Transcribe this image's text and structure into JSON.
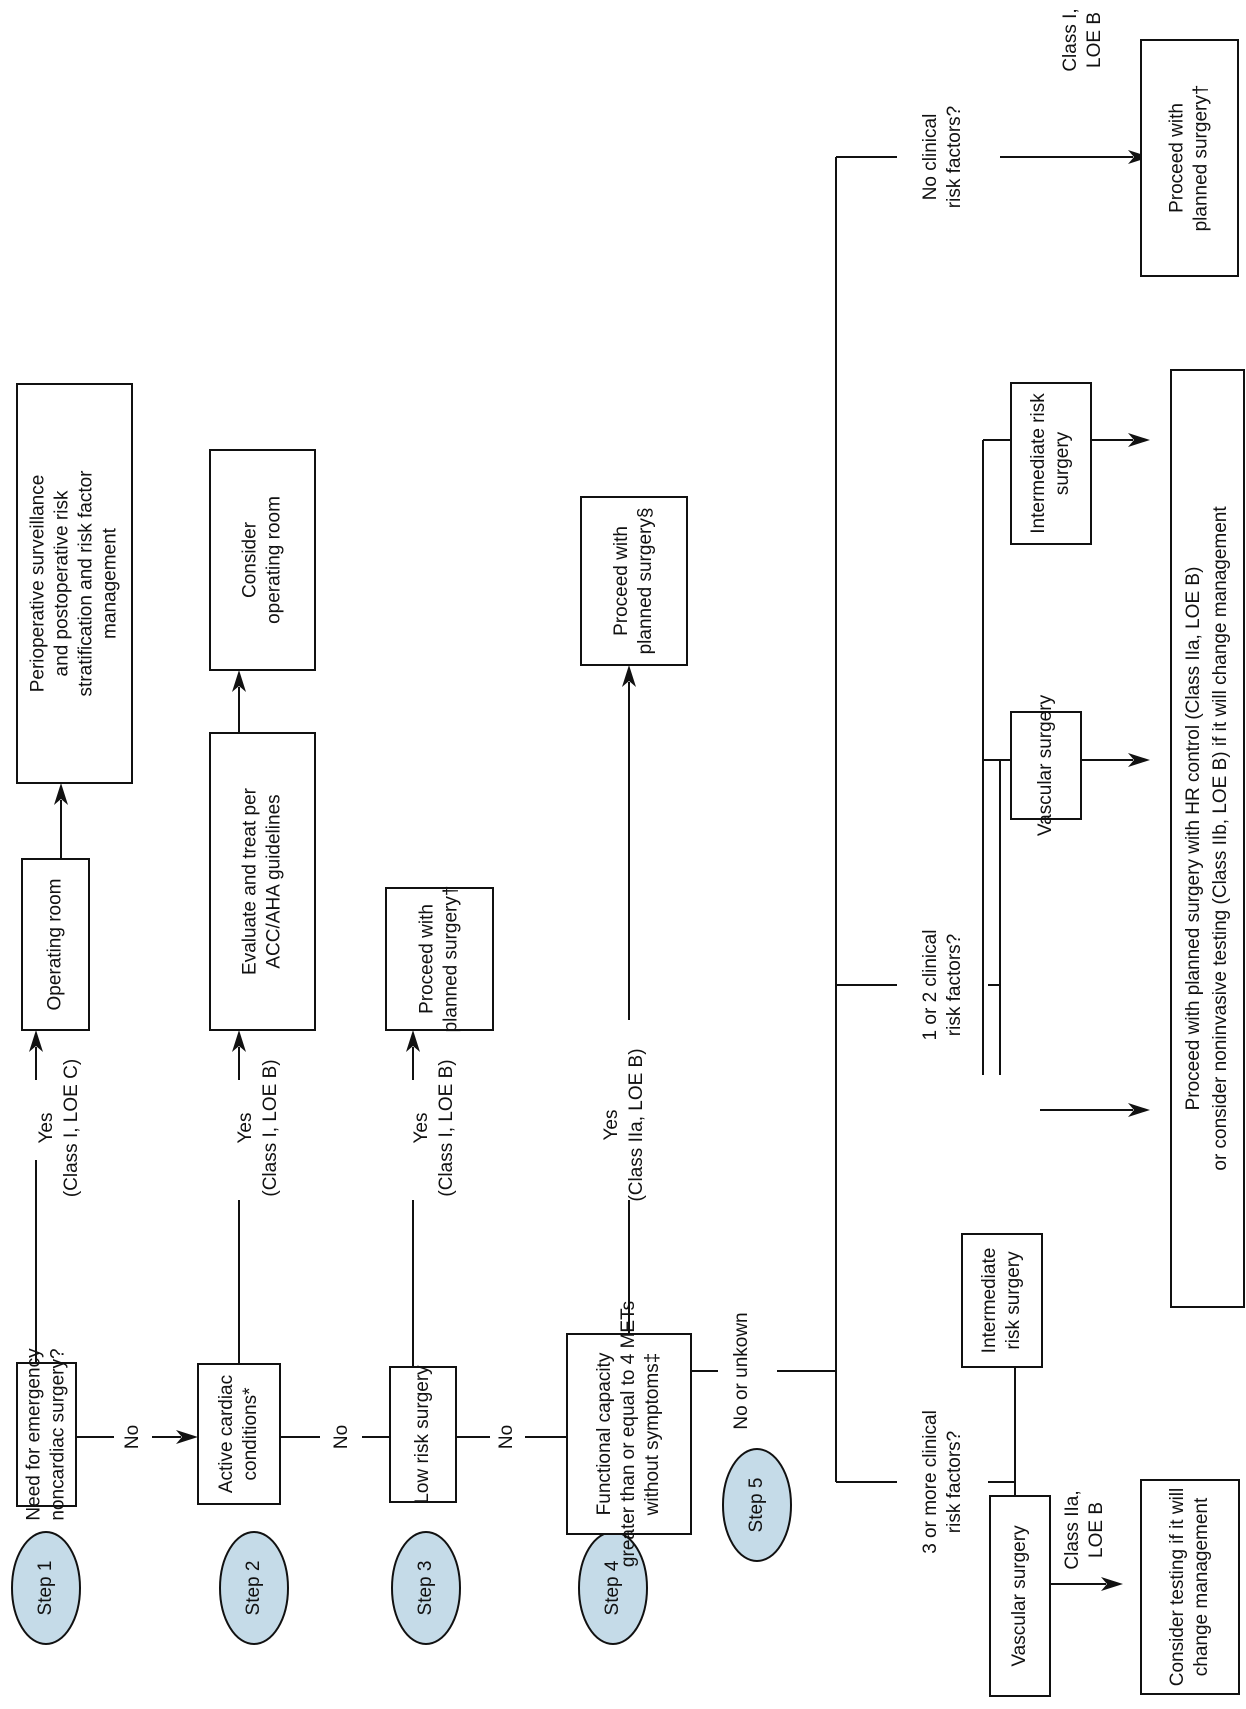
{
  "steps": {
    "s1": "Step 1",
    "s2": "Step 2",
    "s3": "Step 3",
    "s4": "Step 4",
    "s5": "Step 5"
  },
  "boxes": {
    "emergency": [
      "Need for emergency",
      "noncardiac surgery?"
    ],
    "operating_room": "Operating room",
    "perioperative": [
      "Perioperative surveillance",
      "and postoperative risk",
      "stratification and risk factor",
      "management"
    ],
    "active_cardiac": [
      "Active cardiac",
      "conditions*"
    ],
    "evaluate_treat": [
      "Evaluate and treat per",
      "ACC/AHA guidelines"
    ],
    "consider_or": [
      "Consider",
      "operating room"
    ],
    "low_risk": "Low risk surgery",
    "proceed_dagger": [
      "Proceed with",
      "planned surgery†"
    ],
    "functional": [
      "Functional capacity",
      "greater than or equal to 4 METs",
      "without symptoms‡"
    ],
    "proceed_section": [
      "Proceed with",
      "planned surgery§"
    ],
    "vascular_3": "Vascular surgery",
    "intermediate_3": [
      "Intermediate",
      "risk surgery"
    ],
    "consider_testing": [
      "Consider testing if it will",
      "change management"
    ],
    "vascular_12": "Vascular surgery",
    "intermediate_12": [
      "Intermediate risk",
      "surgery"
    ],
    "proceed_hr": [
      "Proceed with planned surgery with HR control (Class IIa, LOE B)",
      "or consider noninvasive testing (Class IIb, LOE B) if it will change management"
    ],
    "proceed_dagger_right": [
      "Proceed with",
      "planned surgery†"
    ]
  },
  "labels": {
    "no": "No",
    "yes": "Yes",
    "step1_yes_class": "(Class I, LOE C)",
    "step2_yes_class": "(Class I, LOE B)",
    "step3_yes_class": "(Class I, LOE B)",
    "step4_yes_class": "(Class IIa, LOE B)",
    "no_or_unknown": "No or unkown",
    "three_or_more": [
      "3 or more clinical",
      "risk factors?"
    ],
    "one_or_two": [
      "1 or 2 clinical",
      "risk factors?"
    ],
    "no_clinical": [
      "No clinical",
      "risk factors?"
    ],
    "class_iia_loe_b": [
      "Class IIa,",
      "LOE B"
    ],
    "class_i_loe_b": [
      "Class I,",
      "LOE B"
    ]
  }
}
